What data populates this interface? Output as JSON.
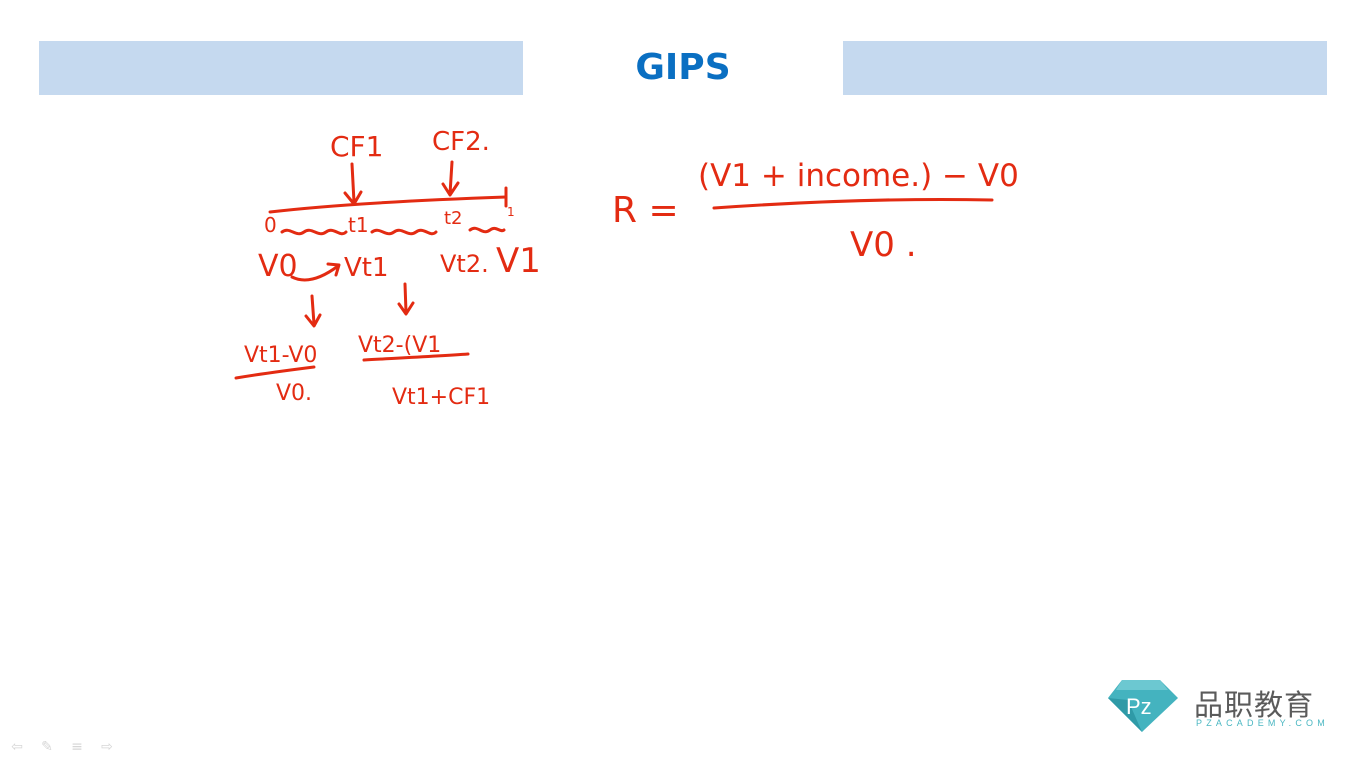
{
  "slide": {
    "title": "GIPS",
    "accent_color": "#0a6fc2",
    "bar_color": "#c5d9ef",
    "ink_color": "#e32b12"
  },
  "annotations": {
    "cf1": "CF1",
    "cf2": "CF2.",
    "t0": "0",
    "t1": "t1",
    "t2": "t2",
    "t_end": "1",
    "v0": "V0",
    "vt1": "Vt1",
    "vt2": "Vt2.",
    "v1": "V1",
    "frac1_num": "Vt1-V0",
    "frac1_den": "V0.",
    "frac2_num": "Vt2-(V1",
    "frac2_den": "Vt1+CF1",
    "formula_lhs": "R =",
    "formula_num": "(V1 + income.) − V0",
    "formula_den": "V0 ."
  },
  "logo": {
    "cn": "品职教育",
    "en": "PZACADEMY.COM",
    "icon": "pz-gem-logo"
  },
  "nav_tools": [
    {
      "name": "prev-arrow-icon",
      "glyph": "⇦"
    },
    {
      "name": "pen-icon",
      "glyph": "✎"
    },
    {
      "name": "menu-icon",
      "glyph": "≡"
    },
    {
      "name": "next-arrow-icon",
      "glyph": "⇨"
    }
  ]
}
